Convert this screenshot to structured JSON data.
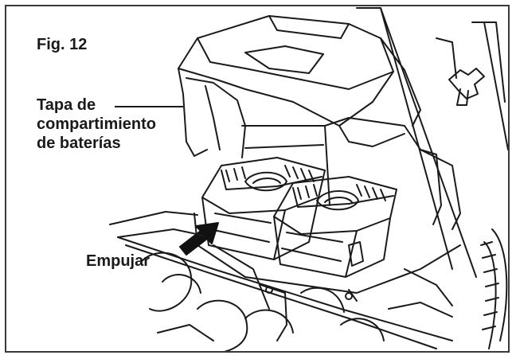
{
  "figure": {
    "label": "Fig. 12",
    "callout_lines": [
      "Tapa de",
      "compartimiento",
      "de baterías"
    ],
    "push_label": "Empujar"
  },
  "colors": {
    "line": "#1a1a1a",
    "frame": "#3a3a3a",
    "arrow": "#111111",
    "paper": "#ffffff"
  }
}
